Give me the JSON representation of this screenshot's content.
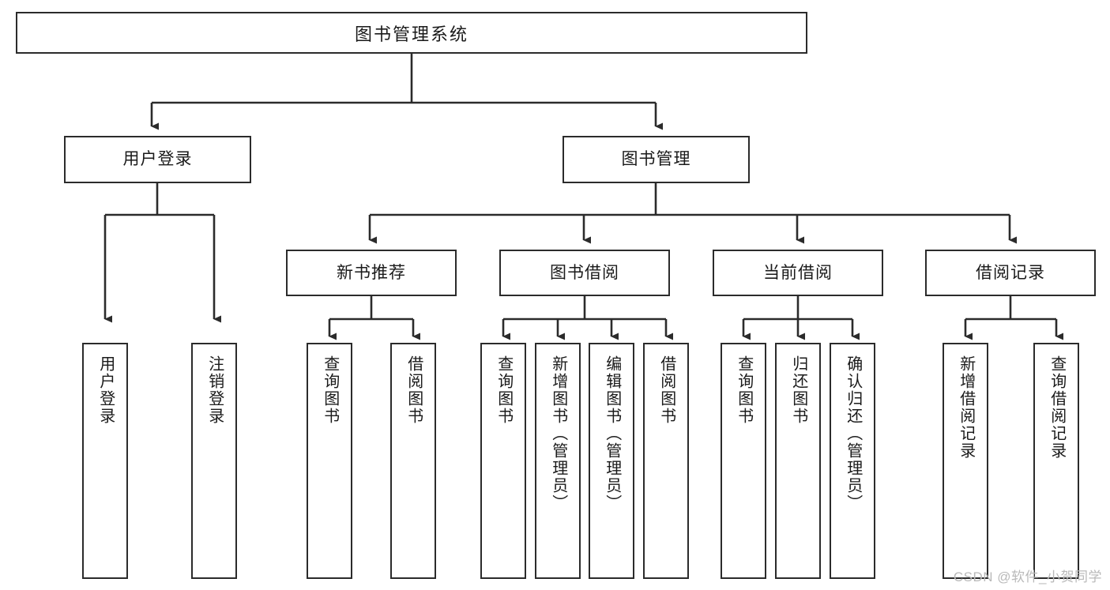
{
  "diagram": {
    "title": "图书管理系统",
    "type": "tree-hierarchy",
    "watermark": "CSDN @软件_小贺同学",
    "colors": {
      "stroke": "#2b2b2b",
      "fill": "#ffffff",
      "text": "#1a1a1a",
      "watermark": "#b9b9b9"
    },
    "nodes": {
      "root": {
        "label": "图书管理系统"
      },
      "level2": [
        {
          "label": "用户登录"
        },
        {
          "label": "图书管理"
        }
      ],
      "level3": [
        {
          "label": "新书推荐"
        },
        {
          "label": "图书借阅"
        },
        {
          "label": "当前借阅"
        },
        {
          "label": "借阅记录"
        }
      ],
      "leaves": {
        "user_login": [
          {
            "label": "用户登录"
          },
          {
            "label": "注销登录"
          }
        ],
        "new_book_recommend": [
          {
            "label": "查询图书"
          },
          {
            "label": "借阅图书"
          }
        ],
        "book_borrow": [
          {
            "label": "查询图书"
          },
          {
            "label": "新增图书（管理员）"
          },
          {
            "label": "编辑图书（管理员）"
          },
          {
            "label": "借阅图书"
          }
        ],
        "current_borrow": [
          {
            "label": "查询图书"
          },
          {
            "label": "归还图书"
          },
          {
            "label": "确认归还（管理员）"
          }
        ],
        "borrow_records": [
          {
            "label": "新增借阅记录"
          },
          {
            "label": "查询借阅记录"
          }
        ]
      }
    }
  }
}
